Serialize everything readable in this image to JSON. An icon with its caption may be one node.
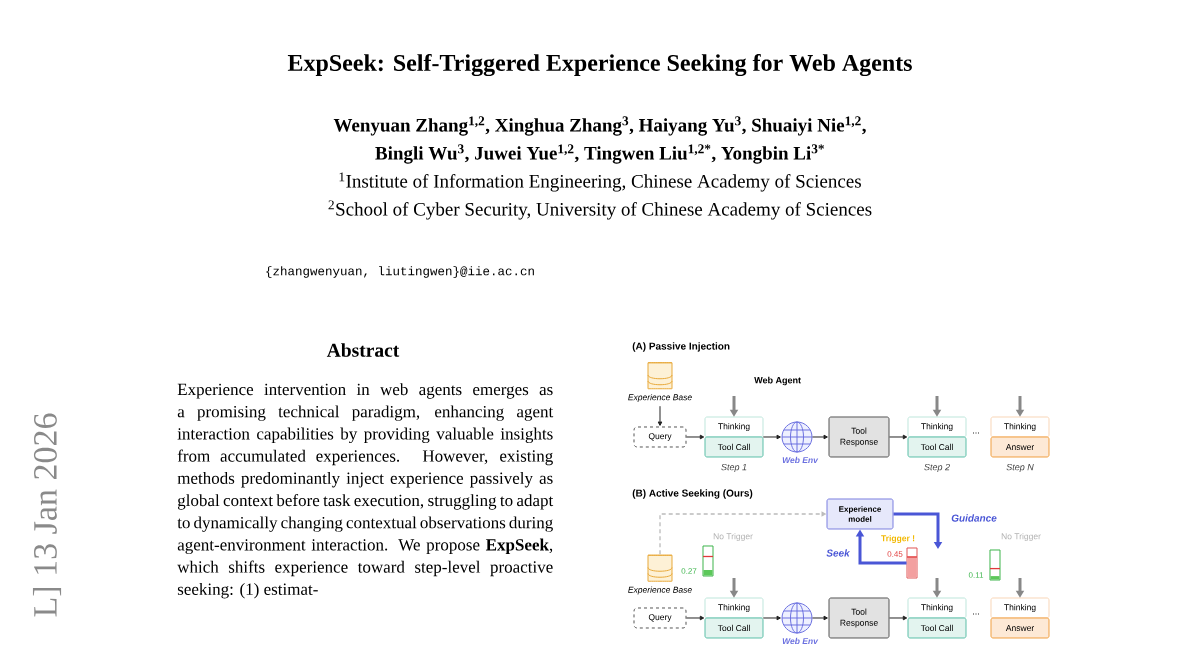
{
  "diagram": {
    "title": "ExpSeek: Self-Triggered Experience Seeking for Web Agents",
    "nodes": [
      {
        "text": [],
        "shape": "cylinder",
        "beside": [
          "Experience Base"
        ]
      },
      {
        "text": [
          "Query"
        ]
      },
      {
        "text": [
          "Thinking",
          "Tool Call"
        ],
        "beside": [
          "Step 1"
        ]
      },
      {
        "text": [],
        "shape": "globe",
        "beside": [
          "Web Env"
        ]
      },
      {
        "text": [
          "Tool Response"
        ]
      },
      {
        "text": [
          "Thinking",
          "Tool Call"
        ],
        "beside": [
          "Step 2"
        ]
      },
      {
        "text": [
          "Thinking",
          "Answer"
        ],
        "beside": [
          "Step N"
        ]
      },
      {
        "text": [
          "Experience model"
        ]
      },
      {
        "text": [],
        "shape": "cylinder",
        "beside": [
          "Experience Base"
        ]
      },
      {
        "text": [
          "Query"
        ]
      },
      {
        "text": [
          "Thinking",
          "Tool Call"
        ]
      },
      {
        "text": [],
        "shape": "globe",
        "beside": [
          "Web Env"
        ]
      },
      {
        "text": [
          "Tool Response"
        ]
      },
      {
        "text": [
          "Thinking",
          "Tool Call"
        ]
      },
      {
        "text": [
          "Thinking",
          "Answer"
        ]
      },
      {
        "text": [],
        "shape": "bar",
        "beside": [
          "0.27"
        ]
      },
      {
        "text": [],
        "shape": "bar",
        "beside": [
          "0.45"
        ]
      },
      {
        "text": [],
        "shape": "bar",
        "beside": [
          "0.11"
        ]
      }
    ],
    "edges": [
      {
        "from": 0,
        "to": 1,
        "arrow": "to"
      },
      {
        "from": 1,
        "to": 2,
        "arrow": "to"
      },
      {
        "from": 2,
        "to": 3,
        "arrow": "to"
      },
      {
        "from": 3,
        "to": 4,
        "arrow": "to"
      },
      {
        "from": 4,
        "to": 5,
        "arrow": "to"
      },
      {
        "from": null,
        "to": 2,
        "arrow": "to",
        "style": "thick",
        "color": "#888888"
      },
      {
        "from": null,
        "to": 5,
        "arrow": "to",
        "style": "thick",
        "color": "#888888"
      },
      {
        "from": null,
        "to": 6,
        "arrow": "to",
        "style": "thick",
        "color": "#888888"
      },
      {
        "from": 8,
        "to": 7,
        "arrow": "to",
        "style": "dashed",
        "color": "#bbbbbb"
      },
      {
        "from": 9,
        "to": 10,
        "arrow": "to"
      },
      {
        "from": 10,
        "to": 11,
        "arrow": "to"
      },
      {
        "from": 11,
        "to": 12,
        "arrow": "to"
      },
      {
        "from": 12,
        "to": 13,
        "arrow": "to"
      },
      {
        "from": 16,
        "to": 7,
        "arrow": "to",
        "label": "Seek",
        "style": "thick",
        "color": "#4a56d6"
      },
      {
        "from": 7,
        "to": null,
        "arrow": "to",
        "label": "Guidance",
        "style": "thick",
        "color": "#4a56d6"
      },
      {
        "from": null,
        "to": 10,
        "arrow": "to",
        "style": "thick",
        "color": "#888888"
      },
      {
        "from": null,
        "to": 13,
        "arrow": "to",
        "style": "thick",
        "color": "#888888"
      },
      {
        "from": null,
        "to": 14,
        "arrow": "to",
        "style": "thick",
        "color": "#888888"
      }
    ],
    "labels": [
      "Wenyuan Zhang$^{1,2}$, Xinghua Zhang$^{3}$, Haiyang Yu$^{3}$, Shuaiyi Nie$^{1,2}$,",
      "Bingli Wu$^{3}$, Juwei Yue$^{1,2}$, Tingwen Liu$^{1,2*}$, Yongbin Li$^{3*}$",
      "$^{1}$Institute of Information Engineering, Chinese Academy of Sciences",
      "$^{2}$School of Cyber Security, University of Chinese Academy of Sciences",
      "{zhangwenyuan, liutingwen}@iie.ac.cn",
      "L] 13 Jan 2026",
      "Abstract",
      "Experience intervention in web agents emerges as a promising technical paradigm, enhancing agent interaction capabilities by providing valuable insights from accumulated experiences. However, existing methods predominantly inject experience passively as global context before task execution, struggling to adapt to dynamically changing contextual observations during agent-environment interaction. We propose **ExpSeek**, which shifts experience toward step-level proactive seeking: (1) estimat-",
      "(A) Passive Injection",
      "Web Agent",
      "...",
      "(B) Active Seeking (Ours)",
      "No Trigger",
      "Trigger !",
      "No Trigger",
      "..."
    ]
  }
}
